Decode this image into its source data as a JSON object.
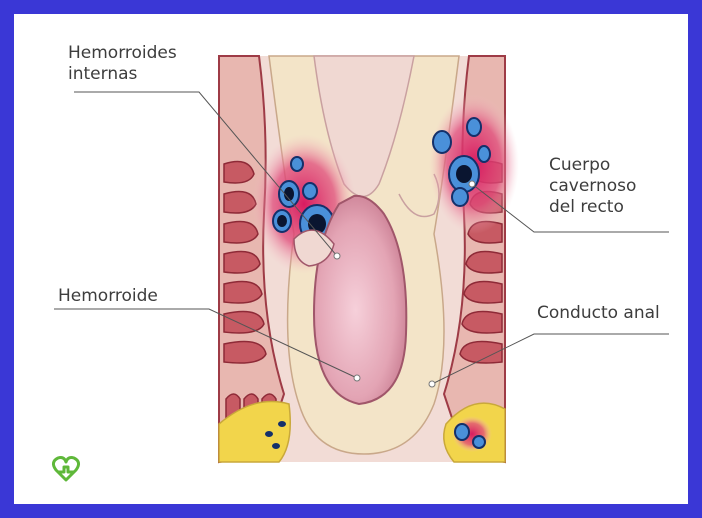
{
  "labels": {
    "internal_hemorrhoids": "Hemorroides\ninternas",
    "cavernous_body": "Cuerpo\ncavernoso\ndel recto",
    "hemorrhoid": "Hemorroide",
    "anal_canal": "Conducto anal"
  },
  "logo": {
    "icon": "heart-cross-icon",
    "color": "#5fb83a"
  },
  "colors": {
    "background": "#3a37d6",
    "panel": "#ffffff",
    "muscle": "#d98a8a",
    "muscle_dark": "#b94a55",
    "mucosa": "#f0d8c8",
    "hemorrhoid_pink": "#e0a0b0",
    "inflammation": "#d81b60",
    "vein_blue": "#4a90d9",
    "fat_yellow": "#f2d54b"
  }
}
